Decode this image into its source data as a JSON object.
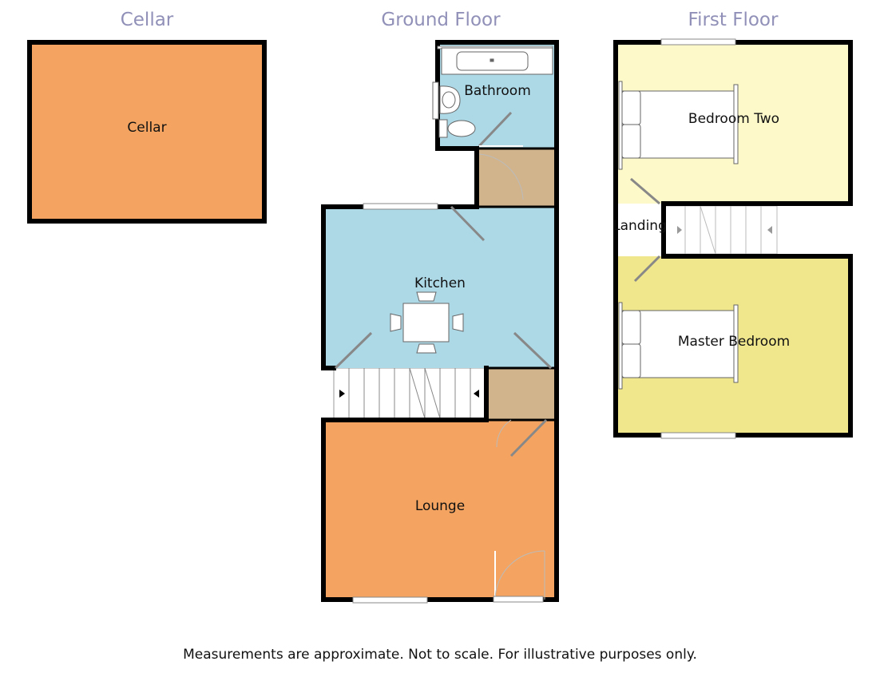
{
  "headings": {
    "cellar": "Cellar",
    "ground": "Ground Floor",
    "first": "First Floor"
  },
  "rooms": {
    "cellar": "Cellar",
    "bathroom": "Bathroom",
    "kitchen": "Kitchen",
    "lounge": "Lounge",
    "bedroom_two": "Bedroom Two",
    "landing": "Landing",
    "master_bedroom": "Master Bedroom"
  },
  "footer": "Measurements are approximate. Not to scale. For illustrative purposes only.",
  "colors": {
    "orange": "#f4a460",
    "blue": "#add8e6",
    "tan": "#d2b48c",
    "light_yellow": "#fdf9c8",
    "yellow": "#f0e68c",
    "wall": "#000000",
    "heading": "#9090b8"
  }
}
